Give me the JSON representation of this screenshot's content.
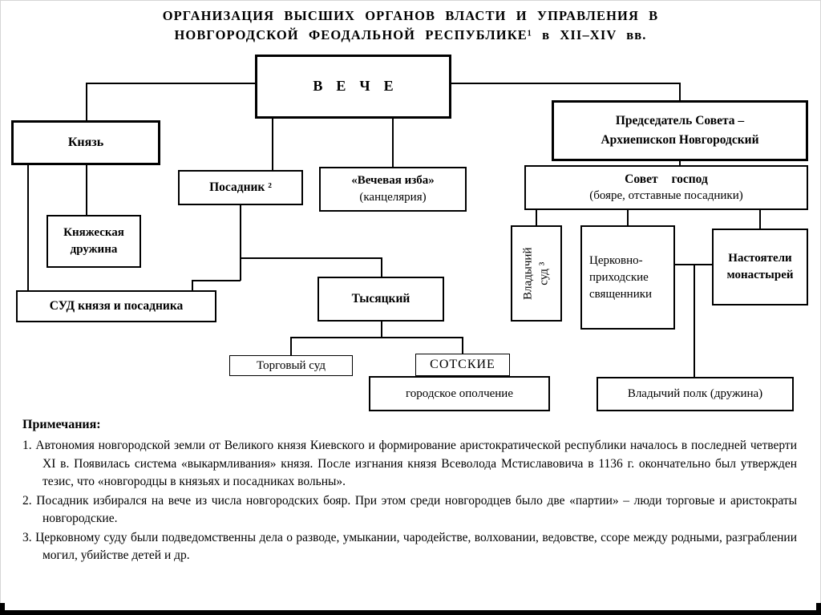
{
  "colors": {
    "ink": "#000000",
    "paper": "#ffffff"
  },
  "title": {
    "line1": "ОРГАНИЗАЦИЯ ВЫСШИХ ОРГАНОВ ВЛАСТИ И УПРАВЛЕНИЯ В",
    "line2": "НОВГОРОДСКОЙ ФЕОДАЛЬНОЙ РЕСПУБЛИКЕ¹ в XII–XIV вв."
  },
  "diagram": {
    "veche": "ВЕЧЕ",
    "knyaz": "Князь",
    "predsedatel": "Председатель Совета –\nАрхиепископ Новгородский",
    "posadnik": "Посадник ²",
    "vechevaya_izba_title": "«Вечевая изба»",
    "vechevaya_izba_sub": "(канцелярия)",
    "sovet_title": "Совет господ",
    "sovet_sub": "(бояре, отставные посадники)",
    "druzhina": "Княжеская\nдружина",
    "vladychny_sud": "Владычий\nсуд ³",
    "tserkovno": "Церковно-\nприходские\nсвященники",
    "nastoyateli": "Настоятели\nмонастырей",
    "sud": "СУД князя  и посадника",
    "tysyatsky": "Тысяцкий",
    "torgovy_sud": "Торговый суд",
    "sotskie": "СОТСКИЕ",
    "opolchenie": "городское ополчение",
    "vladychny_polk": "Владычий полк (дружина)"
  },
  "notes": {
    "heading": "Примечания:",
    "items": [
      {
        "num": "1.",
        "text": "Автономия новгородской земли от Великого князя Киевского и формирование аристократической республики началось в последней четверти XI в.  Появилась система «выкармливания» князя.  После изгнания князя Всеволода Мстиславовича в 1136 г. окончательно был утвержден тезис, что «новгородцы в князьях и посадниках вольны»."
      },
      {
        "num": "2.",
        "text": "Посадник избирался на вече из числа новгородских бояр. При этом среди новгородцев было две «партии» – люди торговые и аристократы новгородские."
      },
      {
        "num": "3.",
        "text": "Церковному суду были подведомственны дела о разводе, умыкании, чародействе, волховании, ведовстве, ссоре между родными, разграблении могил, убийстве детей и др."
      }
    ]
  }
}
